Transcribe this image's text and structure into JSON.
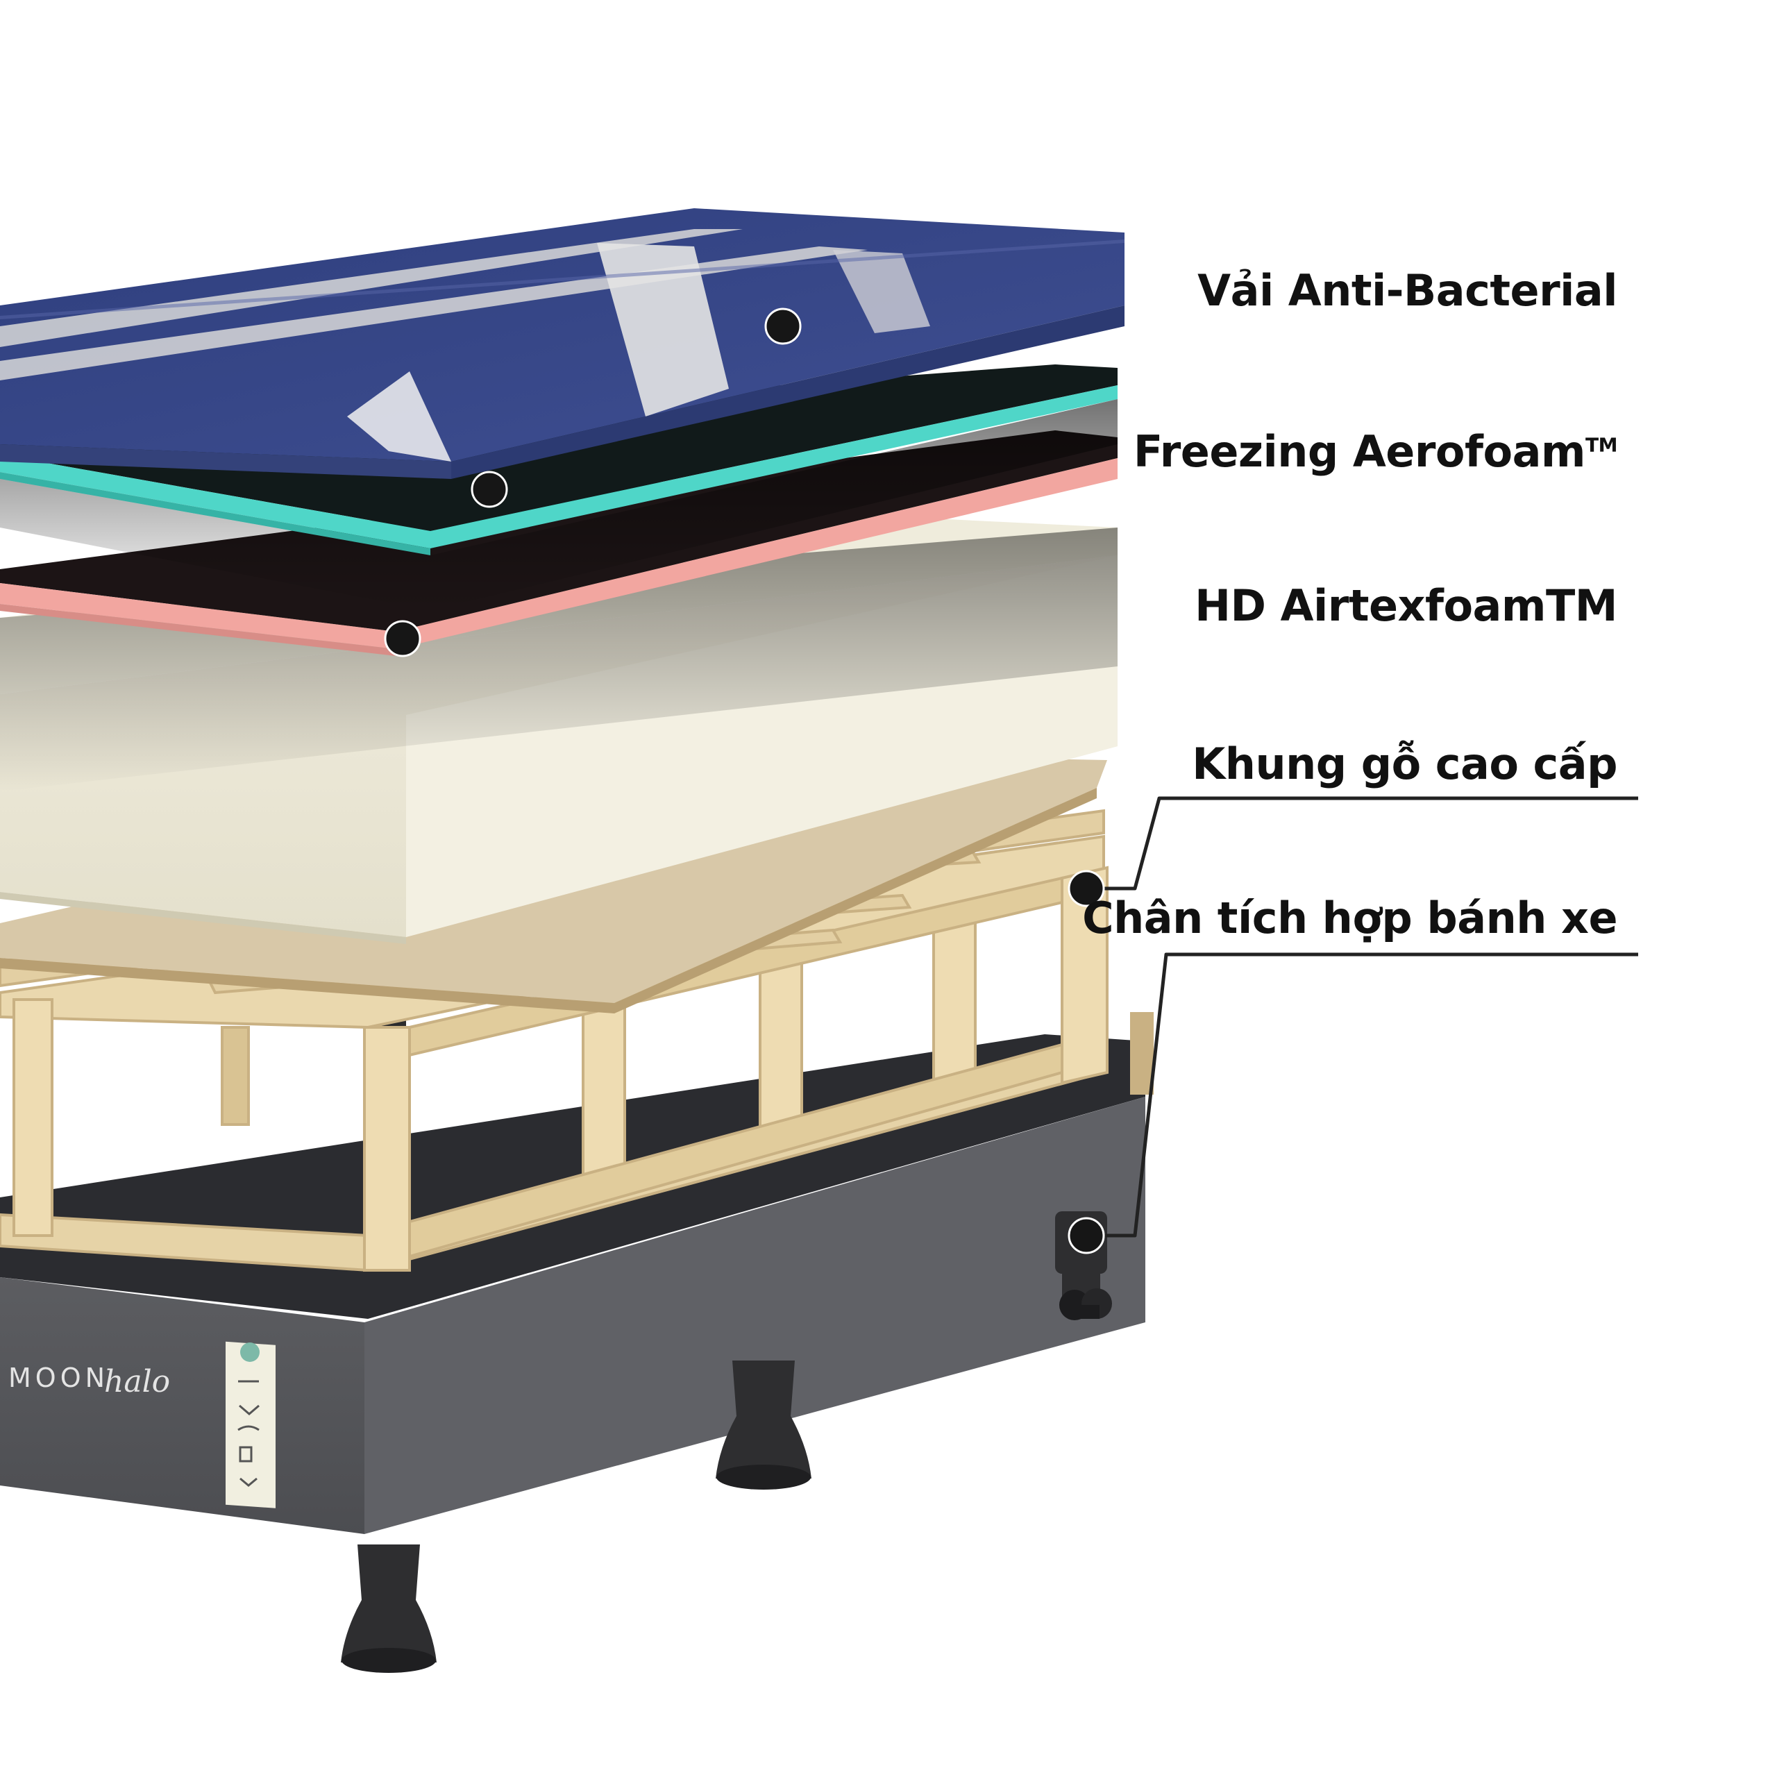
{
  "labels": [
    {
      "id": "fabric",
      "text": "Vải Anti-Bacterial"
    },
    {
      "id": "freezing",
      "text": "Freezing Aerofoam",
      "sup": "TM"
    },
    {
      "id": "hd-foam",
      "text": "HD AirtexfoamTM"
    },
    {
      "id": "frame",
      "text": "Khung gỗ cao cấp"
    },
    {
      "id": "legs",
      "text": "Chân tích hợp bánh xe"
    }
  ],
  "brand": {
    "name": "MOON",
    "script": "halo"
  },
  "colors": {
    "fabric_navy": "#3a4a8a",
    "fabric_stripe": "#d8d8d8",
    "freezing_teal": "#4fd6c8",
    "hd_pink": "#f2a6a0",
    "foam_cream": "#ece8d8",
    "board": "#d8c8a8",
    "wood": "#e3cfa3",
    "base_gray": "#55565a",
    "base_top": "#2a2b2e",
    "legs": "#2e2e30",
    "callout_line": "#222222"
  }
}
